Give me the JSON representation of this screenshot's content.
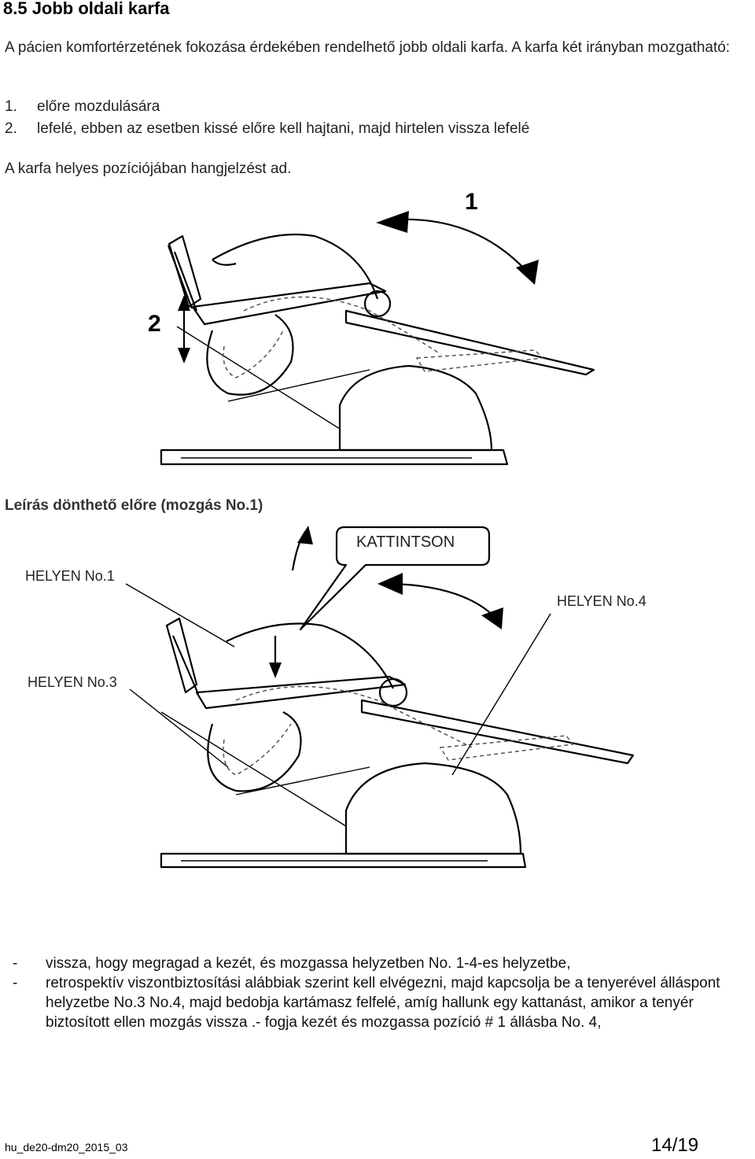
{
  "heading": "8.5 Jobb oldali karfa",
  "intro": "A pácien komfortérzetének fokozása érdekében rendelhető jobb oldali karfa. A karfa két irányban mozgatható:",
  "list": [
    {
      "num": "1.",
      "text": "előre mozdulására"
    },
    {
      "num": "2.",
      "text": "lefelé, ebben az esetben kissé előre kell hajtani, majd hirtelen vissza lefelé"
    }
  ],
  "signal": "A karfa helyes pozíciójában hangjelzést ad.",
  "figure1": {
    "arrow1": "1",
    "arrow2": "2"
  },
  "subheading": "Leírás dönthető előre (mozgás No.1)",
  "figure2": {
    "bubble": "KATTINTSON",
    "pos1": "HELYEN No.1",
    "pos4": "HELYEN No.4",
    "pos3": "HELYEN No.3"
  },
  "bullets": [
    {
      "dash": "-",
      "text": "vissza, hogy megragad a kezét, és mozgassa helyzetben No. 1-4-es helyzetbe,"
    },
    {
      "dash": "-",
      "text": "retrospektív viszontbiztosítási alábbiak szerint kell elvégezni, majd kapcsolja be a tenyerével álláspont helyzetbe No.3 No.4, majd bedobja kartámasz felfelé, amíg hallunk egy kattanást, amikor a tenyér biztosított ellen mozgás vissza .- fogja kezét és mozgassa pozíció # 1 állásba No. 4,"
    }
  ],
  "footer": {
    "doc_id": "hu_de20-dm20_2015_03",
    "page": "14/19"
  }
}
